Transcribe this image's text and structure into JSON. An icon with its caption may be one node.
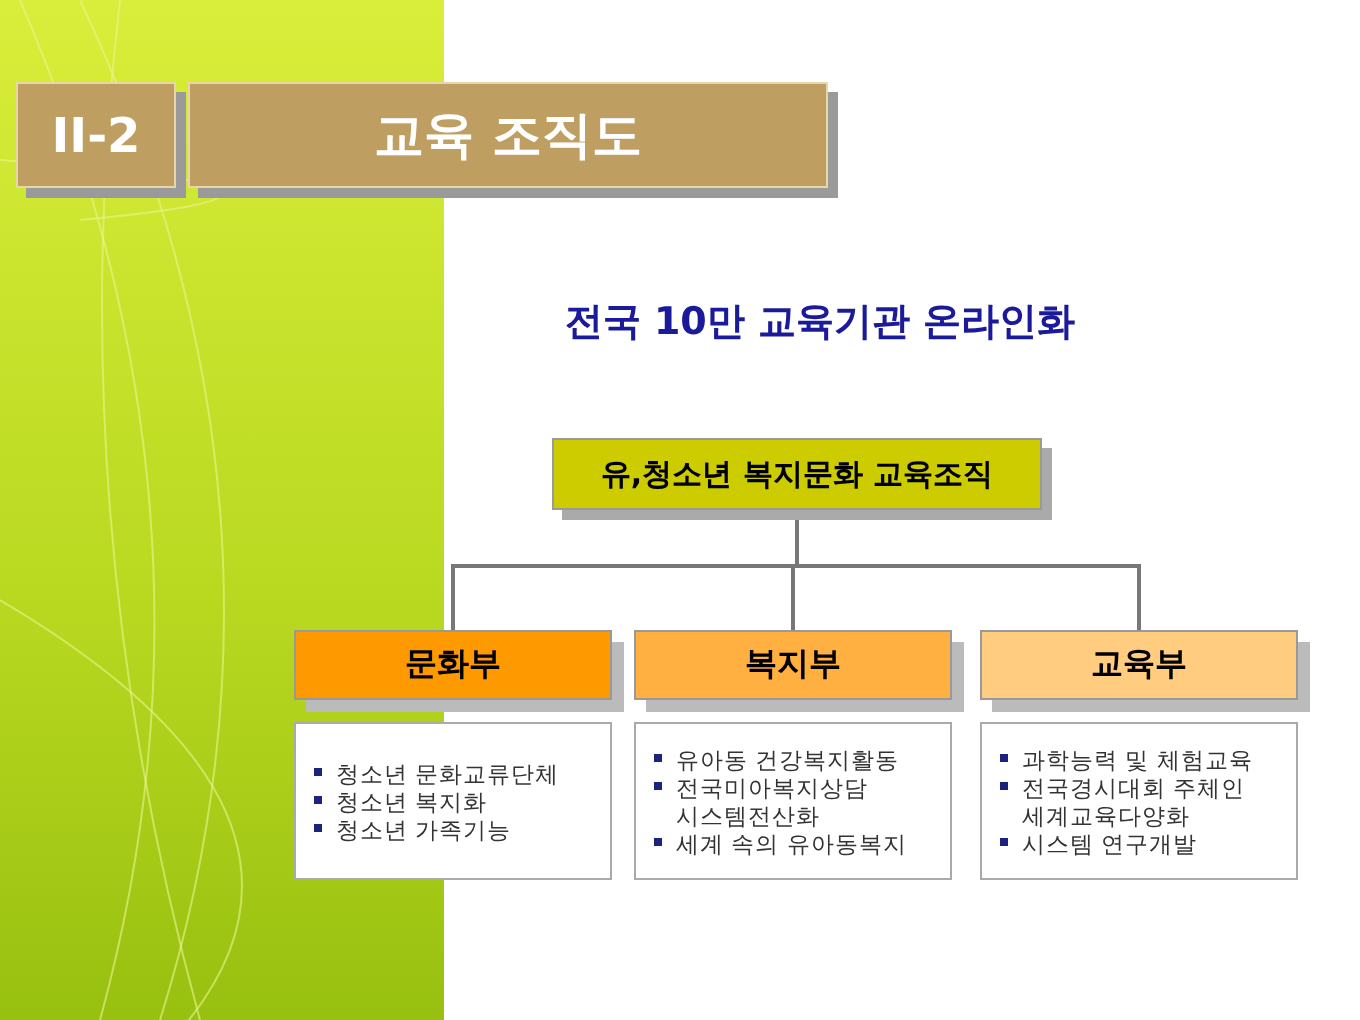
{
  "diagram": {
    "nodes": [
      {
        "text": [
          "II-2"
        ]
      },
      {
        "text": [
          "교육 조직도"
        ]
      },
      {
        "text": [
          "유,청소년 복지문화 교육조직"
        ]
      },
      {
        "text": [
          "문화부"
        ]
      },
      {
        "text": [
          "복지부"
        ]
      },
      {
        "text": [
          "교육부"
        ]
      },
      {
        "text": [
          "청소년 문화교류단체",
          "청소년 복지화",
          "청소년 가족기능"
        ]
      },
      {
        "text": [
          "유아동 건강복지활동",
          "전국미아복지상담 시스템전산화",
          "세계 속의 유아동복지"
        ]
      },
      {
        "text": [
          "과학능력 및 체험교육",
          "전국경시대회 주체인 세계교육다양화",
          "시스템 연구개발"
        ]
      }
    ],
    "edges": [
      {
        "from": 2,
        "to": 3,
        "arrow": "none"
      },
      {
        "from": 2,
        "to": 4,
        "arrow": "none"
      },
      {
        "from": 2,
        "to": 5,
        "arrow": "none"
      }
    ],
    "labels": [
      "전국 10만 교육기관 온라인화"
    ]
  }
}
